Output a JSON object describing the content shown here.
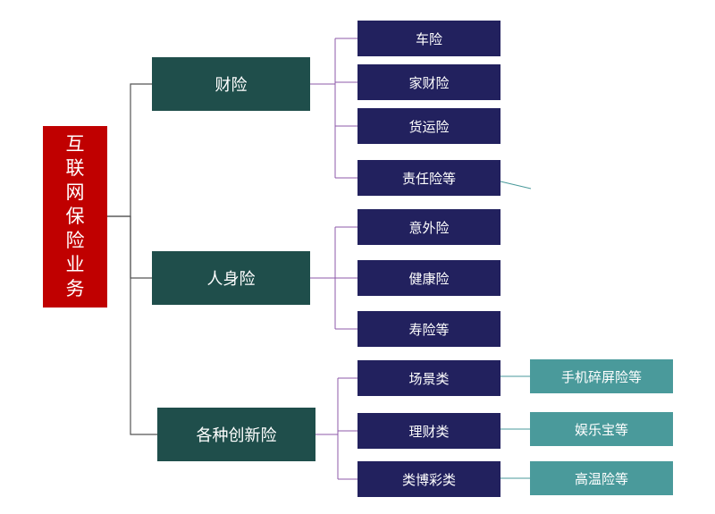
{
  "root": {
    "label": "互联网保险业务"
  },
  "categories": [
    {
      "label": "财险",
      "items": [
        {
          "label": "车险"
        },
        {
          "label": "家财险"
        },
        {
          "label": "货运险"
        },
        {
          "label": "责任险等"
        }
      ]
    },
    {
      "label": "人身险",
      "items": [
        {
          "label": "意外险"
        },
        {
          "label": "健康险"
        },
        {
          "label": "寿险等"
        }
      ]
    },
    {
      "label": "各种创新险",
      "items": [
        {
          "label": "场景类",
          "example": "手机碎屏险等"
        },
        {
          "label": "理财类",
          "example": "娱乐宝等"
        },
        {
          "label": "类博彩类",
          "example": "高温险等"
        }
      ]
    }
  ],
  "colors": {
    "root": "#c00000",
    "category": "#1f4e4b",
    "item": "#22215e",
    "example": "#4a9a9b",
    "line_root": "#555555",
    "line_branch": "#8e5aa8",
    "line_example": "#4a9a9b"
  }
}
